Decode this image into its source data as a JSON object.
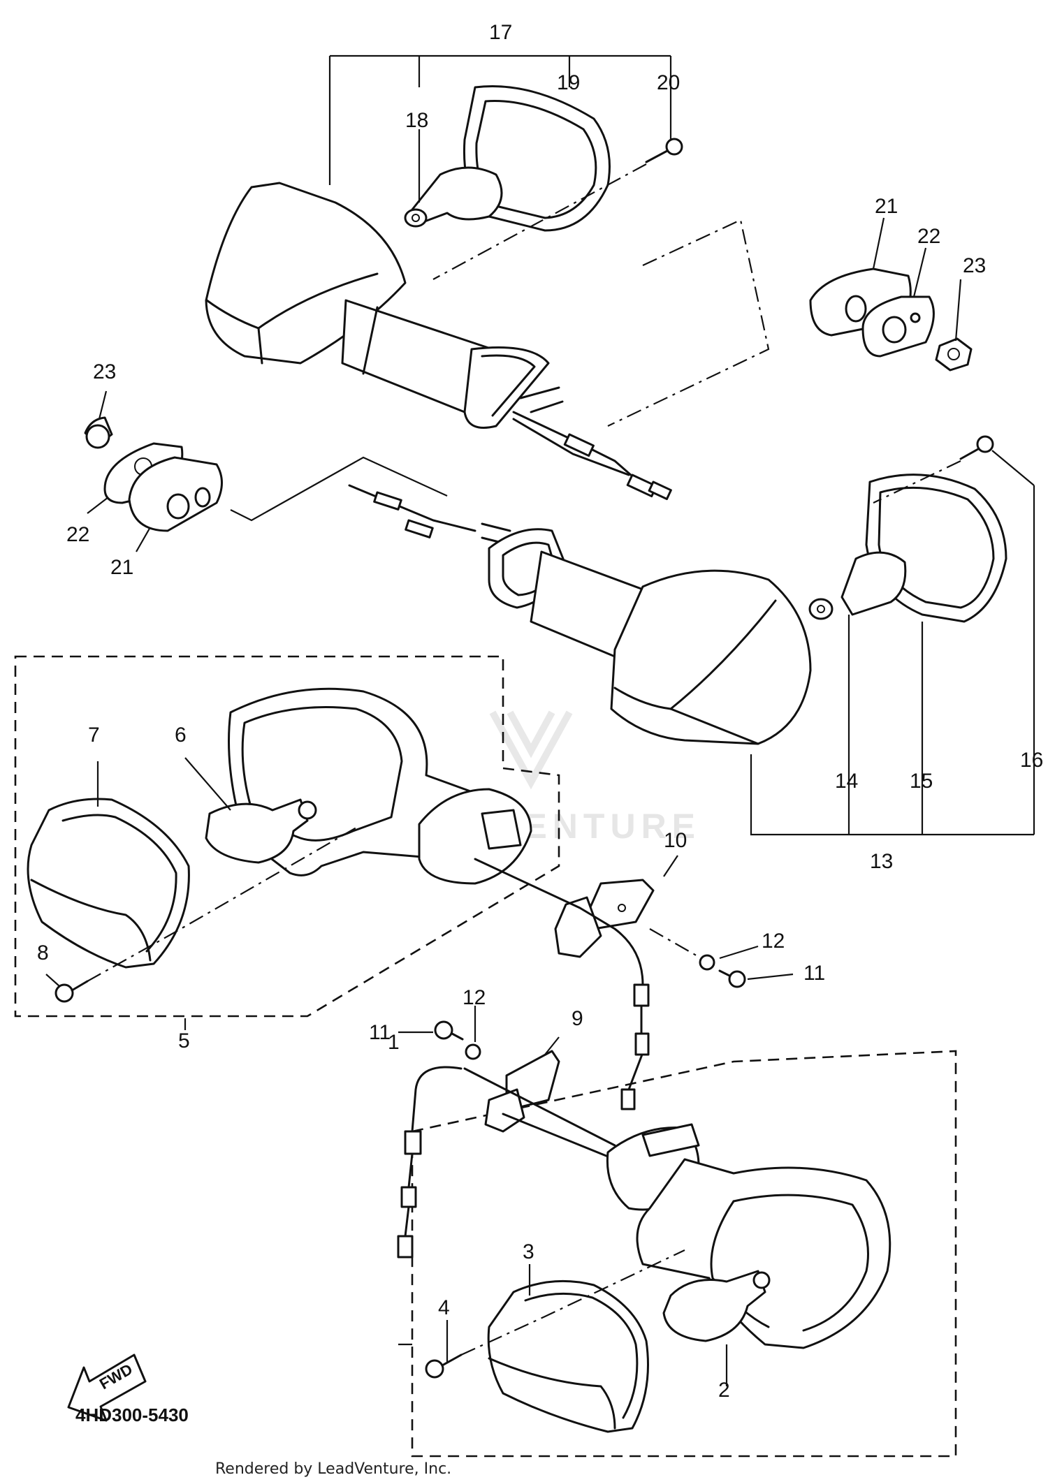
{
  "diagram": {
    "part_labels": [
      {
        "id": "p1",
        "text": "1"
      },
      {
        "id": "p2",
        "text": "2"
      },
      {
        "id": "p3",
        "text": "3"
      },
      {
        "id": "p4",
        "text": "4"
      },
      {
        "id": "p5",
        "text": "5"
      },
      {
        "id": "p6",
        "text": "6"
      },
      {
        "id": "p7",
        "text": "7"
      },
      {
        "id": "p8",
        "text": "8"
      },
      {
        "id": "p9",
        "text": "9"
      },
      {
        "id": "p10",
        "text": "10"
      },
      {
        "id": "p11a",
        "text": "11"
      },
      {
        "id": "p11b",
        "text": "11"
      },
      {
        "id": "p12a",
        "text": "12"
      },
      {
        "id": "p12b",
        "text": "12"
      },
      {
        "id": "p13",
        "text": "13"
      },
      {
        "id": "p14",
        "text": "14"
      },
      {
        "id": "p15",
        "text": "15"
      },
      {
        "id": "p16",
        "text": "16"
      },
      {
        "id": "p17",
        "text": "17"
      },
      {
        "id": "p18",
        "text": "18"
      },
      {
        "id": "p19",
        "text": "19"
      },
      {
        "id": "p20",
        "text": "20"
      },
      {
        "id": "p21a",
        "text": "21"
      },
      {
        "id": "p21b",
        "text": "21"
      },
      {
        "id": "p22a",
        "text": "22"
      },
      {
        "id": "p22b",
        "text": "22"
      },
      {
        "id": "p23a",
        "text": "23"
      },
      {
        "id": "p23b",
        "text": "23"
      }
    ],
    "fwd_arrow_text": "FWD",
    "diagram_code": "4HD300-5430",
    "credit": "Rendered by LeadVenture, Inc.",
    "watermark": "LEADVENTURE"
  }
}
